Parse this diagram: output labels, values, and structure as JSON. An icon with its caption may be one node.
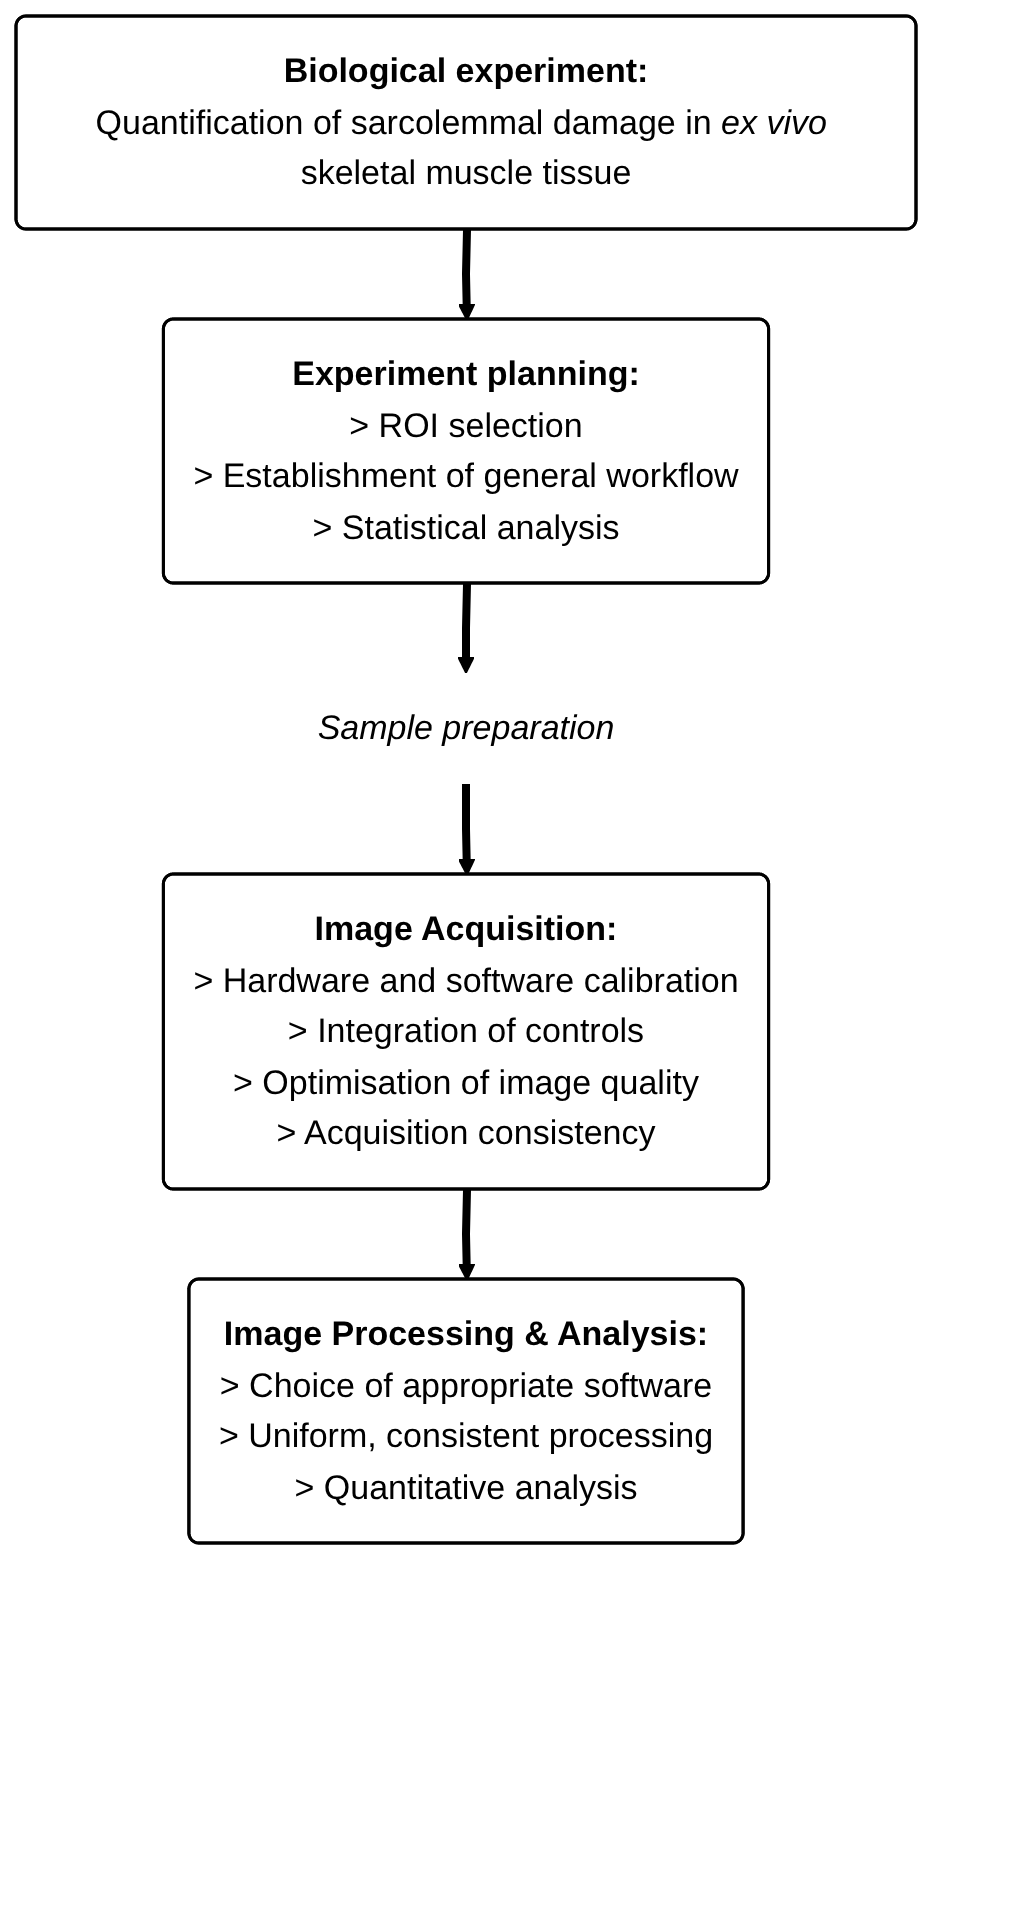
{
  "diagram": {
    "nodes": [
      {
        "text": [
          "Biological experiment:",
          "Quantification of sarcolemmal damage in *ex vivo* skeletal muscle tissue"
        ]
      },
      {
        "text": [
          "Experiment planning:",
          "> ROI selection",
          "> Establishment of general workflow",
          "> Statistical analysis"
        ]
      },
      {
        "text": [
          "Sample preparation"
        ]
      },
      {
        "text": [
          "Image Acquisition:",
          "> Hardware and software calibration",
          "> Integration of controls",
          "> Optimisation of image quality",
          "> Acquisition consistency"
        ]
      },
      {
        "text": [
          "Image Processing & Analysis:",
          "> Choice of appropriate software",
          "> Uniform, consistent processing",
          "> Quantitative analysis"
        ]
      }
    ],
    "edges": [
      {
        "from": 0,
        "to": 1,
        "arrow": "to"
      },
      {
        "from": 1,
        "to": 2,
        "arrow": "to"
      },
      {
        "from": 2,
        "to": 3,
        "arrow": "to"
      },
      {
        "from": 3,
        "to": 4,
        "arrow": "to"
      }
    ]
  }
}
